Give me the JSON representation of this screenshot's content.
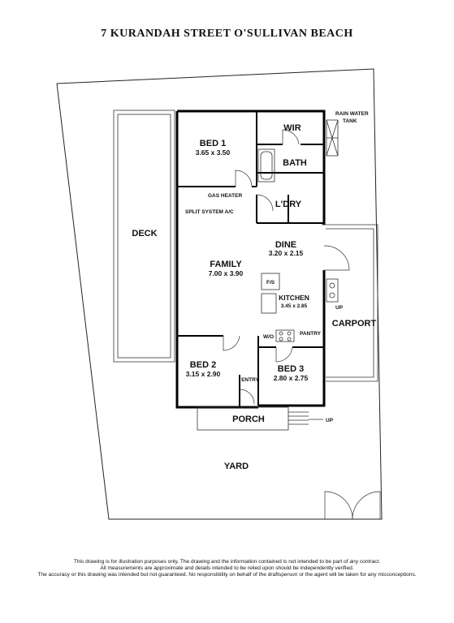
{
  "title": "7 KURANDAH STREET O'SULLIVAN BEACH",
  "rooms": {
    "bed1": {
      "name": "BED 1",
      "size": "3.65 x 3.50"
    },
    "wir": {
      "name": "WIR"
    },
    "bath": {
      "name": "BATH"
    },
    "ldry": {
      "name": "L'DRY"
    },
    "family": {
      "name": "FAMILY",
      "size": "7.00 x 3.90"
    },
    "dine": {
      "name": "DINE",
      "size": "3.20 x 2.15"
    },
    "kitchen": {
      "name": "KITCHEN",
      "size": "3.45 x 2.85"
    },
    "bed2": {
      "name": "BED 2",
      "size": "3.15 x 2.90"
    },
    "bed3": {
      "name": "BED 3",
      "size": "2.80 x 2.75"
    },
    "deck": {
      "name": "DECK"
    },
    "carport": {
      "name": "CARPORT"
    },
    "porch": {
      "name": "PORCH"
    },
    "yard": {
      "name": "YARD"
    },
    "entry": {
      "name": "ENTRY"
    },
    "pantry": {
      "name": "PANTRY"
    }
  },
  "annotations": {
    "rain_water_line1": "RAIN WATER",
    "rain_water_line2": "TANK",
    "gas_heater": "GAS HEATER",
    "split_system": "SPLIT SYSTEM A/C",
    "fs": "F/S",
    "wo": "W/O",
    "up_carport": "UP",
    "up_porch": "UP"
  },
  "disclaimer": [
    "This drawing is for illustration purposes only. The drawing and the information contained is not intended to be part of any contract.",
    "All measurements are approximate and details intended to be relied upon should be independently verified.",
    "The accuracy or this drawing was intended but not guaranteed. No responsibility on behalf of the draftsperson or the agent will be taken for any misconceptions."
  ]
}
